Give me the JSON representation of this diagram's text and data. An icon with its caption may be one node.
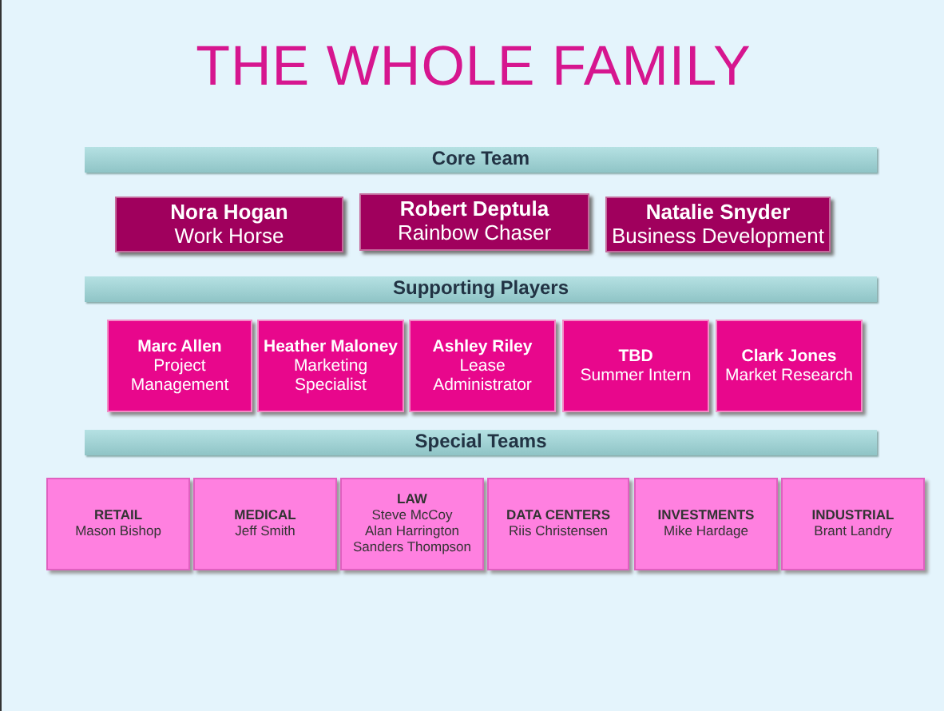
{
  "diagram": {
    "title": "THE WHOLE FAMILY",
    "nodes": [
      {
        "text": [
          "Core Team"
        ]
      },
      {
        "text": [
          "Nora Hogan",
          "Work Horse"
        ]
      },
      {
        "text": [
          "Robert Deptula",
          "Rainbow Chaser"
        ]
      },
      {
        "text": [
          "Natalie Snyder",
          "Business Development"
        ]
      },
      {
        "text": [
          "Supporting Players"
        ]
      },
      {
        "text": [
          "Marc Allen",
          "Project Management"
        ]
      },
      {
        "text": [
          "Heather Maloney",
          "Marketing Specialist"
        ]
      },
      {
        "text": [
          "Ashley Riley",
          "Lease Administrator"
        ]
      },
      {
        "text": [
          "TBD",
          "Summer Intern"
        ]
      },
      {
        "text": [
          "Clark Jones",
          "Market Research"
        ]
      },
      {
        "text": [
          "Special Teams"
        ]
      },
      {
        "text": [
          "RETAIL",
          "Mason Bishop"
        ]
      },
      {
        "text": [
          "MEDICAL",
          "Jeff Smith"
        ]
      },
      {
        "text": [
          "LAW",
          "Steve McCoy",
          "Alan Harrington",
          "Sanders Thompson"
        ]
      },
      {
        "text": [
          "DATA CENTERS",
          "Riis Christensen"
        ]
      },
      {
        "text": [
          "INVESTMENTS",
          "Mike Hardage"
        ]
      },
      {
        "text": [
          "INDUSTRIAL",
          "Brant Landry"
        ]
      }
    ]
  }
}
